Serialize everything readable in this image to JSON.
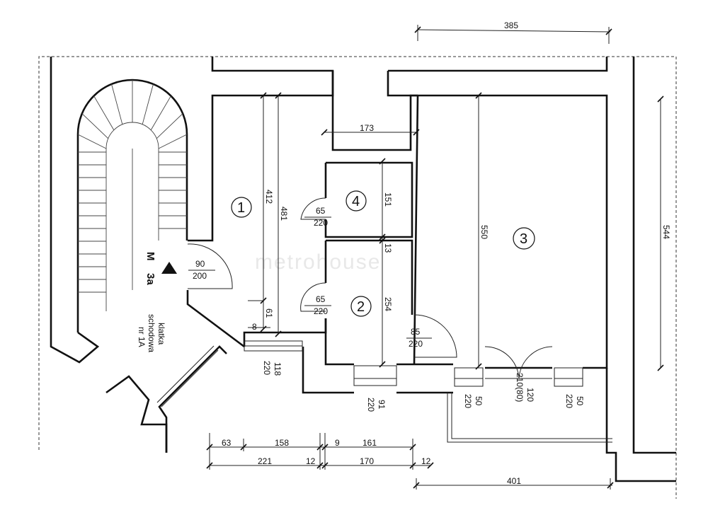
{
  "watermark": "metrohouse",
  "rooms": [
    {
      "label": "1"
    },
    {
      "label": "2"
    },
    {
      "label": "3"
    },
    {
      "label": "4"
    }
  ],
  "dimensions": {
    "top_385": "385",
    "corridor_173": "173",
    "v_412": "412",
    "v_481": "481",
    "v_151": "151",
    "v_13": "13",
    "v_254": "254",
    "v_550": "550",
    "v_544": "544",
    "v_61": "61",
    "v_8": "8",
    "b_63": "63",
    "b_158": "158",
    "b_9": "9",
    "b_161": "161",
    "b_221": "221",
    "b_12a": "12",
    "b_170": "170",
    "b_12b": "12",
    "b_401": "401"
  },
  "doors": [
    {
      "top": "65",
      "bottom": "220"
    },
    {
      "top": "90",
      "bottom": "200"
    },
    {
      "top": "65",
      "bottom": "220"
    },
    {
      "top": "85",
      "bottom": "220"
    }
  ],
  "windows": [
    {
      "w": "118",
      "h": "220"
    },
    {
      "w": "91",
      "h": "220"
    },
    {
      "w": "50",
      "h": "220"
    },
    {
      "w": "120",
      "h": "210(80)"
    },
    {
      "w": "50",
      "h": "220"
    }
  ],
  "stair_mark": {
    "line1": "M",
    "line2": "3a"
  },
  "stairwell_label": {
    "line1": "klatka",
    "line2": "schodowa",
    "line3": "nr 1A"
  }
}
